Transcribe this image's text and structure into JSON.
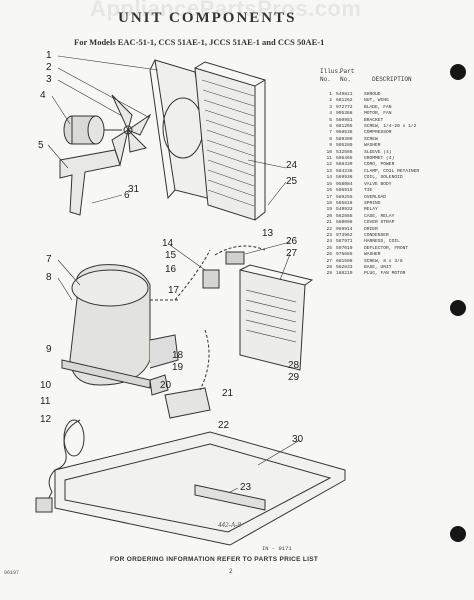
{
  "header": {
    "watermark": "AppliancePartsPros.com",
    "title": "UNIT COMPONENTS",
    "subtitle": "For Models EAC-51-1, CCS 51AE-1, JCCS 51AE-1 and CCS 50AE-1"
  },
  "table_header": {
    "illus_line1": "Illus.",
    "illus_line2": "No.",
    "part_line1": "Part",
    "part_line2": "No.",
    "description": "DESCRIPTION"
  },
  "parts": [
    {
      "num": "1",
      "part": "549821",
      "desc": "SHROUD"
    },
    {
      "num": "2",
      "part": "681262",
      "desc": "NUT, WING"
    },
    {
      "num": "3",
      "part": "972772",
      "desc": "BLADE, FAN"
    },
    {
      "num": "4",
      "part": "995368",
      "desc": "MOTOR, FAN"
    },
    {
      "num": "5",
      "part": "560951",
      "desc": "BRACKET"
    },
    {
      "num": "6",
      "part": "681265",
      "desc": "SCREW, 1/4-20 x 1/2"
    },
    {
      "num": "7",
      "part": "958536",
      "desc": "COMPRESSOR"
    },
    {
      "num": "8",
      "part": "589300",
      "desc": "SCREW"
    },
    {
      "num": "9",
      "part": "595289",
      "desc": "WASHER"
    },
    {
      "num": "10",
      "part": "532566",
      "desc": "SLEEVE (4)"
    },
    {
      "num": "11",
      "part": "596465",
      "desc": "GROMMET (4)"
    },
    {
      "num": "12",
      "part": "588439",
      "desc": "CORD, POWER"
    },
    {
      "num": "13",
      "part": "584236",
      "desc": "CLAMP, COIL RETAINER"
    },
    {
      "num": "14",
      "part": "569936",
      "desc": "COIL, SOLENOID"
    },
    {
      "num": "15",
      "part": "958084",
      "desc": "VALVE BODY"
    },
    {
      "num": "16",
      "part": "596915",
      "desc": "TIE"
    },
    {
      "num": "17",
      "part": "589255",
      "desc": "OVERLOAD"
    },
    {
      "num": "18",
      "part": "565816",
      "desc": "SPRING"
    },
    {
      "num": "19",
      "part": "549933",
      "desc": "RELAY"
    },
    {
      "num": "20",
      "part": "562885",
      "desc": "CASE, RELAY"
    },
    {
      "num": "21",
      "part": "560096",
      "desc": "COVER STRAP"
    },
    {
      "num": "22",
      "part": "959914",
      "desc": "DRIER"
    },
    {
      "num": "23",
      "part": "973962",
      "desc": "CONDENSER"
    },
    {
      "num": "24",
      "part": "587971",
      "desc": "HARNESS, COIL"
    },
    {
      "num": "25",
      "part": "597019",
      "desc": "DEFLECTOR, FRONT"
    },
    {
      "num": "26",
      "part": "975685",
      "desc": "WASHER"
    },
    {
      "num": "27",
      "part": "681598",
      "desc": "SCREW, 8 x 3/8"
    },
    {
      "num": "28",
      "part": "562833",
      "desc": "BASE, UNIT"
    },
    {
      "num": "29",
      "part": "188219",
      "desc": "PLUG, FAN MOTOR"
    }
  ],
  "callouts": [
    "1",
    "2",
    "3",
    "4",
    "5",
    "6",
    "7",
    "8",
    "9",
    "10",
    "11",
    "12",
    "13",
    "14",
    "15",
    "16",
    "17",
    "18",
    "19",
    "20",
    "21",
    "22",
    "23",
    "24",
    "25",
    "26",
    "27",
    "28",
    "29",
    "30",
    "31"
  ],
  "footer": {
    "fig_number": "IN - 9171",
    "ordering_note": "FOR ORDERING INFORMATION REFER TO PARTS PRICE LIST",
    "page_mark": "2",
    "doc_code": "96197",
    "handwritten": "442-A-8"
  }
}
